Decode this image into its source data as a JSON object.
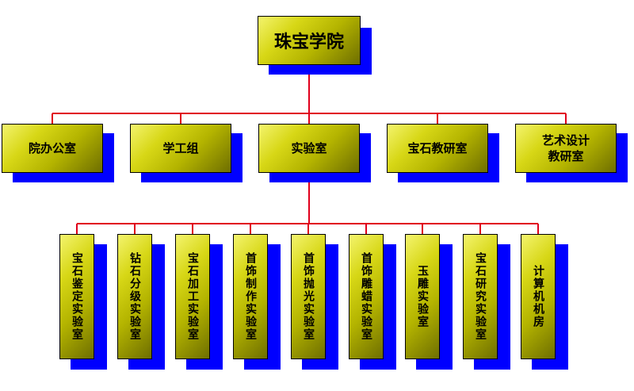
{
  "colors": {
    "line": "#e0001b",
    "box_fill": "#c8c800",
    "shadow": "#0000ff",
    "border": "#000000"
  },
  "root": {
    "label": "珠宝学院"
  },
  "level1": [
    {
      "label": "院办公室"
    },
    {
      "label": "学工组"
    },
    {
      "label": "实验室"
    },
    {
      "label": "宝石教研室"
    },
    {
      "label": "艺术设计\n教研室"
    }
  ],
  "level2": [
    {
      "label": "宝石鉴定实验室"
    },
    {
      "label": "钻石分级实验室"
    },
    {
      "label": "宝石加工实验室"
    },
    {
      "label": "首饰制作实验室"
    },
    {
      "label": "首饰抛光实验室"
    },
    {
      "label": "首饰雕蜡实验室"
    },
    {
      "label": "玉雕实验室"
    },
    {
      "label": "宝石研究实验室"
    },
    {
      "label": "计算机机房"
    }
  ]
}
